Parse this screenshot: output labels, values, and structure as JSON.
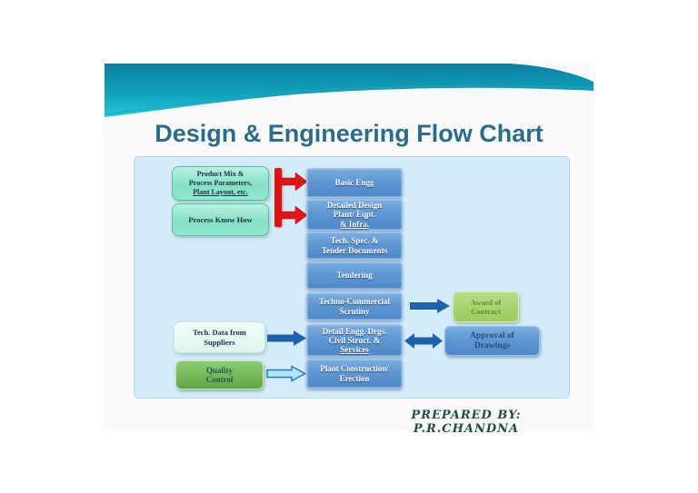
{
  "title": "Design & Engineering Flow Chart",
  "footer": "PREPARED BY: P.R.CHANDNA",
  "flowchart": {
    "inputs": {
      "product_mix": {
        "line1": "Product Mix &",
        "line2": "Process Parameters,",
        "line3": "Plant Layout, etc."
      },
      "process_know_how": {
        "line1": "Process Know How"
      },
      "tech_data": {
        "line1": "Tech. Data from",
        "line2": "Suppliers"
      },
      "quality_control": {
        "line1": "Quality",
        "line2": "Control"
      }
    },
    "stages": [
      {
        "line1": "Basic Engg"
      },
      {
        "line1": "Detailed Design",
        "line2": "Plant/ Eqpt.",
        "line3": "& Infra."
      },
      {
        "line1": "Tech. Spec. &",
        "line2": "Tender Documents"
      },
      {
        "line1": "Tendering"
      },
      {
        "line1": "Techno-Commercial",
        "line2": "Scrutiny"
      },
      {
        "line1": "Detail Engg. Drgs.",
        "line2": "Civil Struct. &",
        "line3": "Services"
      },
      {
        "line1": "Plant Construction/",
        "line2": "Erection"
      }
    ],
    "outputs": {
      "award": {
        "line1": "Award of",
        "line2": "Contract"
      },
      "approval": {
        "line1": "Approval of",
        "line2": "Drawings"
      }
    }
  },
  "icons": {
    "red_connector": "red-arrow-right",
    "flow_arrow": "blue-arrow-right",
    "exchange_arrow": "blue-arrow-both",
    "qc_arrow": "lightblue-arrow-right"
  },
  "colors": {
    "title_text": "#2a6c8c",
    "panel_bg": "#d4ebf9",
    "stage_box_blue": "#5e97d3",
    "input_box_mint": "#8fe3cc",
    "green_box": "#6fae46",
    "award_box": "#a8d36e",
    "red_arrow": "#de1414",
    "arrow_blue": "#1c63ac",
    "arrow_light_blue": "#aee6f8",
    "wave_teal_dark": "#0b7fa2",
    "wave_teal_bright": "#23d3df",
    "footer_text": "#1e4f47"
  }
}
